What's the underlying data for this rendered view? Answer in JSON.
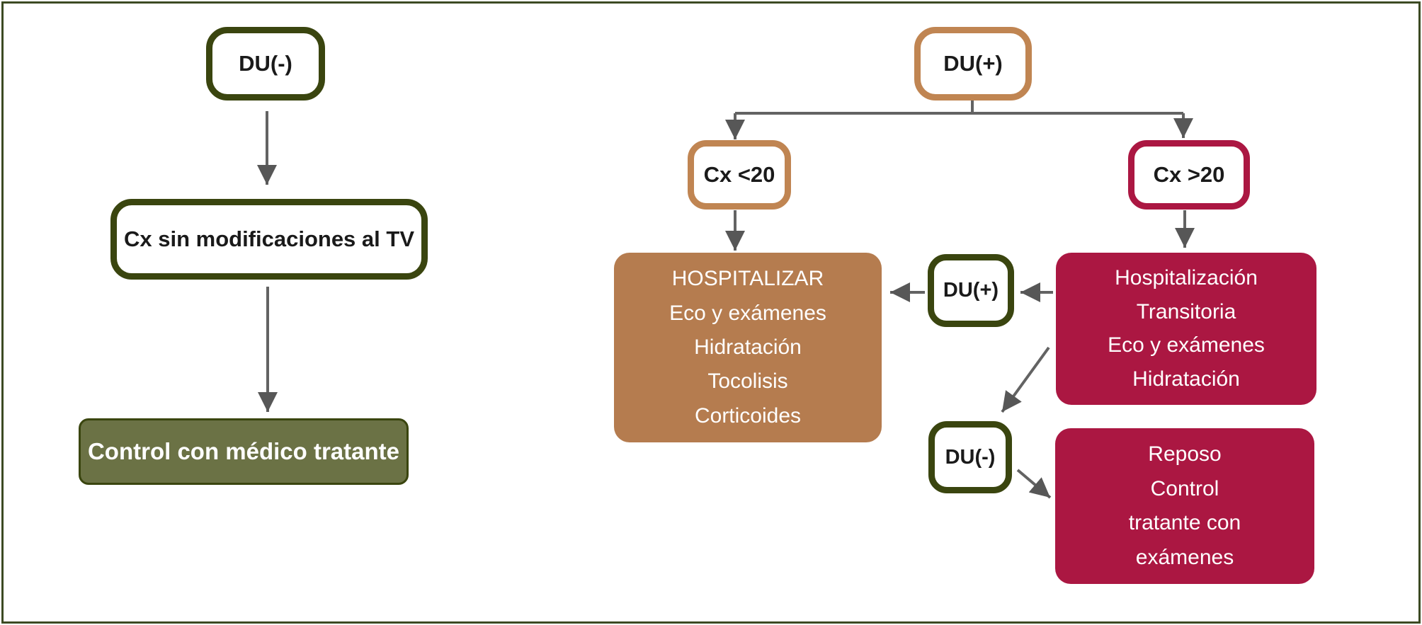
{
  "diagram": {
    "title_hint": "flujograma manejo dinamica uterina",
    "colors": {
      "frame": "#3c4a23",
      "dark_olive_border": "#3a450f",
      "olive_fill": "#6b7245",
      "tan_border": "#c08552",
      "brown_fill": "#b57c4f",
      "crimson": "#ab1742",
      "arrow_gray": "#636363"
    },
    "nodes": {
      "du_neg": {
        "label": "DU(-)"
      },
      "cx_sin": {
        "label": "Cx sin modificaciones al TV"
      },
      "control": {
        "label": "Control con médico tratante"
      },
      "du_pos": {
        "label": "DU(+)"
      },
      "cx_lt20": {
        "label": "Cx <20"
      },
      "cx_gt20": {
        "label": "Cx >20"
      },
      "hosp": {
        "lines": [
          "HOSPITALIZAR",
          "Eco y exámenes",
          "Hidratación",
          "Tocolisis",
          "Corticoides"
        ]
      },
      "hosp_trans": {
        "lines": [
          "Hospitalización",
          "Transitoria",
          "Eco y exámenes",
          "Hidratación"
        ]
      },
      "du_pos_mid": {
        "label": "DU(+)"
      },
      "du_neg_mid": {
        "label": "DU(-)"
      },
      "reposo": {
        "lines": [
          "Reposo",
          "Control",
          "tratante con",
          "exámenes"
        ]
      }
    }
  }
}
